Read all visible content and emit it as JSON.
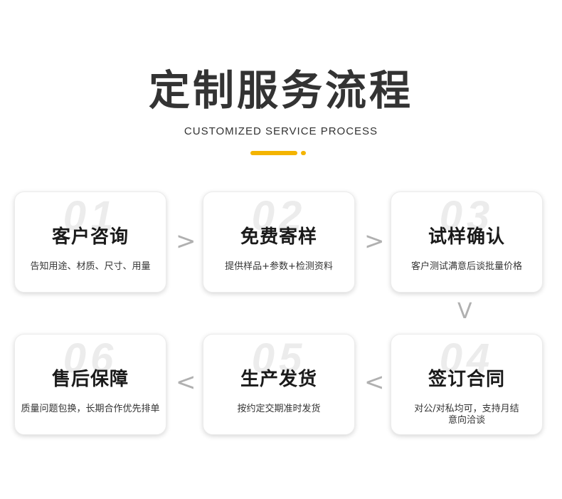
{
  "header": {
    "title": "定制服务流程",
    "subtitle": "CUSTOMIZED SERVICE PROCESS"
  },
  "colors": {
    "accent": "#f4b400",
    "text": "#333333",
    "arrow": "#b0b0b0"
  },
  "steps": [
    {
      "number": "01",
      "title": "客户咨询",
      "desc": "告知用途、材质、尺寸、用量"
    },
    {
      "number": "02",
      "title": "免费寄样",
      "desc": "提供样品+参数+检测资料"
    },
    {
      "number": "03",
      "title": "试样确认",
      "desc": "客户测试满意后谈批量价格"
    },
    {
      "number": "04",
      "title": "签订合同",
      "desc": "对公/对私均可，支持月结意向洽谈"
    },
    {
      "number": "05",
      "title": "生产发货",
      "desc": "按约定交期准时发货"
    },
    {
      "number": "06",
      "title": "售后保障",
      "desc": "质量问题包换，长期合作优先排单"
    }
  ],
  "arrows": {
    "right": ">",
    "down": "V",
    "left": "<"
  }
}
